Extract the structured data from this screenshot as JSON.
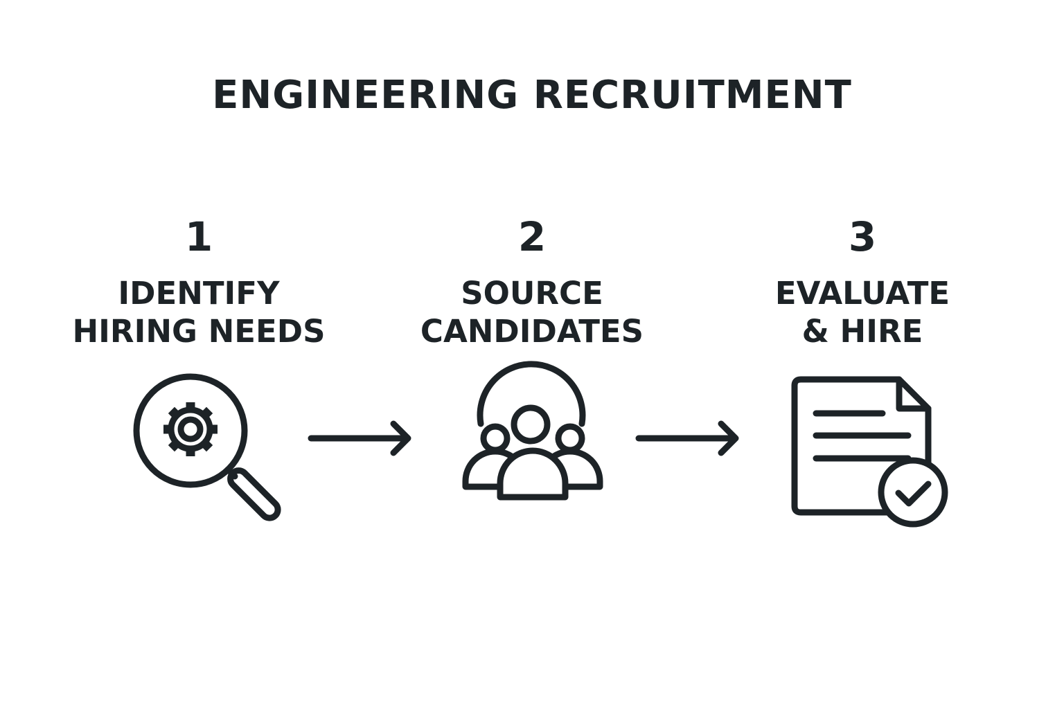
{
  "title": "ENGINEERING RECRUITMENT",
  "steps": [
    {
      "number": "1",
      "label_line1": "IDENTIFY",
      "label_line2": "HIRING NEEDS",
      "icon": "magnifier-gear-icon"
    },
    {
      "number": "2",
      "label_line1": "SOURCE",
      "label_line2": "CANDIDATES",
      "icon": "people-group-icon"
    },
    {
      "number": "3",
      "label_line1": "EVALUATE",
      "label_line2": "& HIRE",
      "icon": "document-check-icon"
    }
  ],
  "connectors": [
    "arrow-right-icon",
    "arrow-right-icon"
  ],
  "colors": {
    "ink": "#1d2327",
    "background": "#ffffff"
  }
}
